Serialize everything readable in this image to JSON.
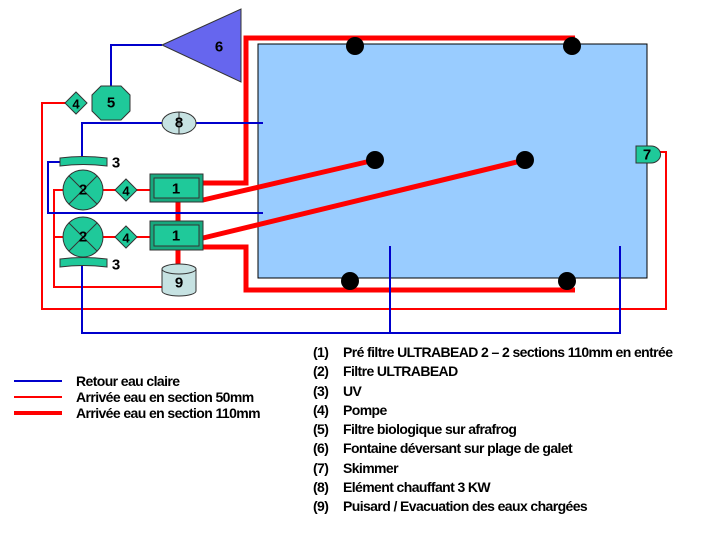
{
  "colors": {
    "pool": "#99ccff",
    "equipment": "#1fc99a",
    "fountain": "#6666ee",
    "return_line": "#0000cc",
    "feed_line": "#ff0000",
    "heater_sump": "#c6e2e2"
  },
  "labels": {
    "prefilter": "1",
    "filter": "2",
    "uv": "3",
    "pump": "4",
    "bio_filter": "5",
    "fountain": "6",
    "skimmer": "7",
    "heater": "8",
    "sump": "9"
  },
  "legend": [
    {
      "label": "Retour eau claire",
      "line": "blue-thin"
    },
    {
      "label": "Arrivée eau en section 50mm",
      "line": "red-thin"
    },
    {
      "label": "Arrivée eau en section 110mm",
      "line": "red-thick"
    }
  ],
  "key": [
    {
      "num": "(1)",
      "text": "Pré filtre ULTRABEAD 2 – 2 sections 110mm en entrée"
    },
    {
      "num": "(2)",
      "text": "Filtre ULTRABEAD"
    },
    {
      "num": "(3)",
      "text": "UV"
    },
    {
      "num": "(4)",
      "text": "Pompe"
    },
    {
      "num": "(5)",
      "text": "Filtre biologique sur afrafrog"
    },
    {
      "num": "(6)",
      "text": "Fontaine déversant sur plage de galet"
    },
    {
      "num": "(7)",
      "text": "Skimmer"
    },
    {
      "num": "(8)",
      "text": "Elément chauffant 3 KW"
    },
    {
      "num": "(9)",
      "text": "Puisard / Evacuation des eaux chargées"
    }
  ]
}
